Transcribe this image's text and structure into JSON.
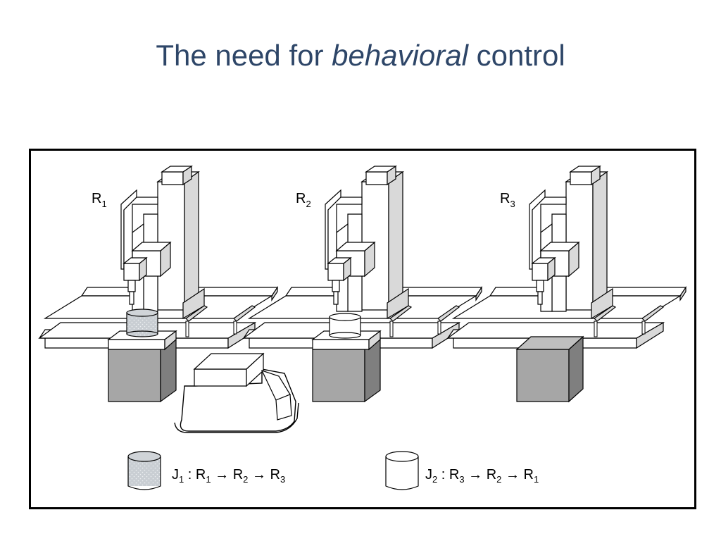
{
  "title": {
    "part1": "The need for ",
    "emphasis": "behavioral",
    "part2": " control"
  },
  "robots": [
    {
      "name": "R",
      "sub": "1"
    },
    {
      "name": "R",
      "sub": "2"
    },
    {
      "name": "R",
      "sub": "3"
    }
  ],
  "legend": [
    {
      "job": "J",
      "job_sub": "1",
      "sequence": [
        {
          "r": "R",
          "s": "1"
        },
        {
          "r": "R",
          "s": "2"
        },
        {
          "r": "R",
          "s": "3"
        }
      ],
      "style": "dotted"
    },
    {
      "job": "J",
      "job_sub": "2",
      "sequence": [
        {
          "r": "R",
          "s": "3"
        },
        {
          "r": "R",
          "s": "2"
        },
        {
          "r": "R",
          "s": "1"
        }
      ],
      "style": "plain"
    }
  ],
  "colors": {
    "title": "#2e4668",
    "light_gray": "#d9d9d9",
    "mid_gray": "#a6a6a6",
    "dark_gray": "#7f7f7f"
  }
}
